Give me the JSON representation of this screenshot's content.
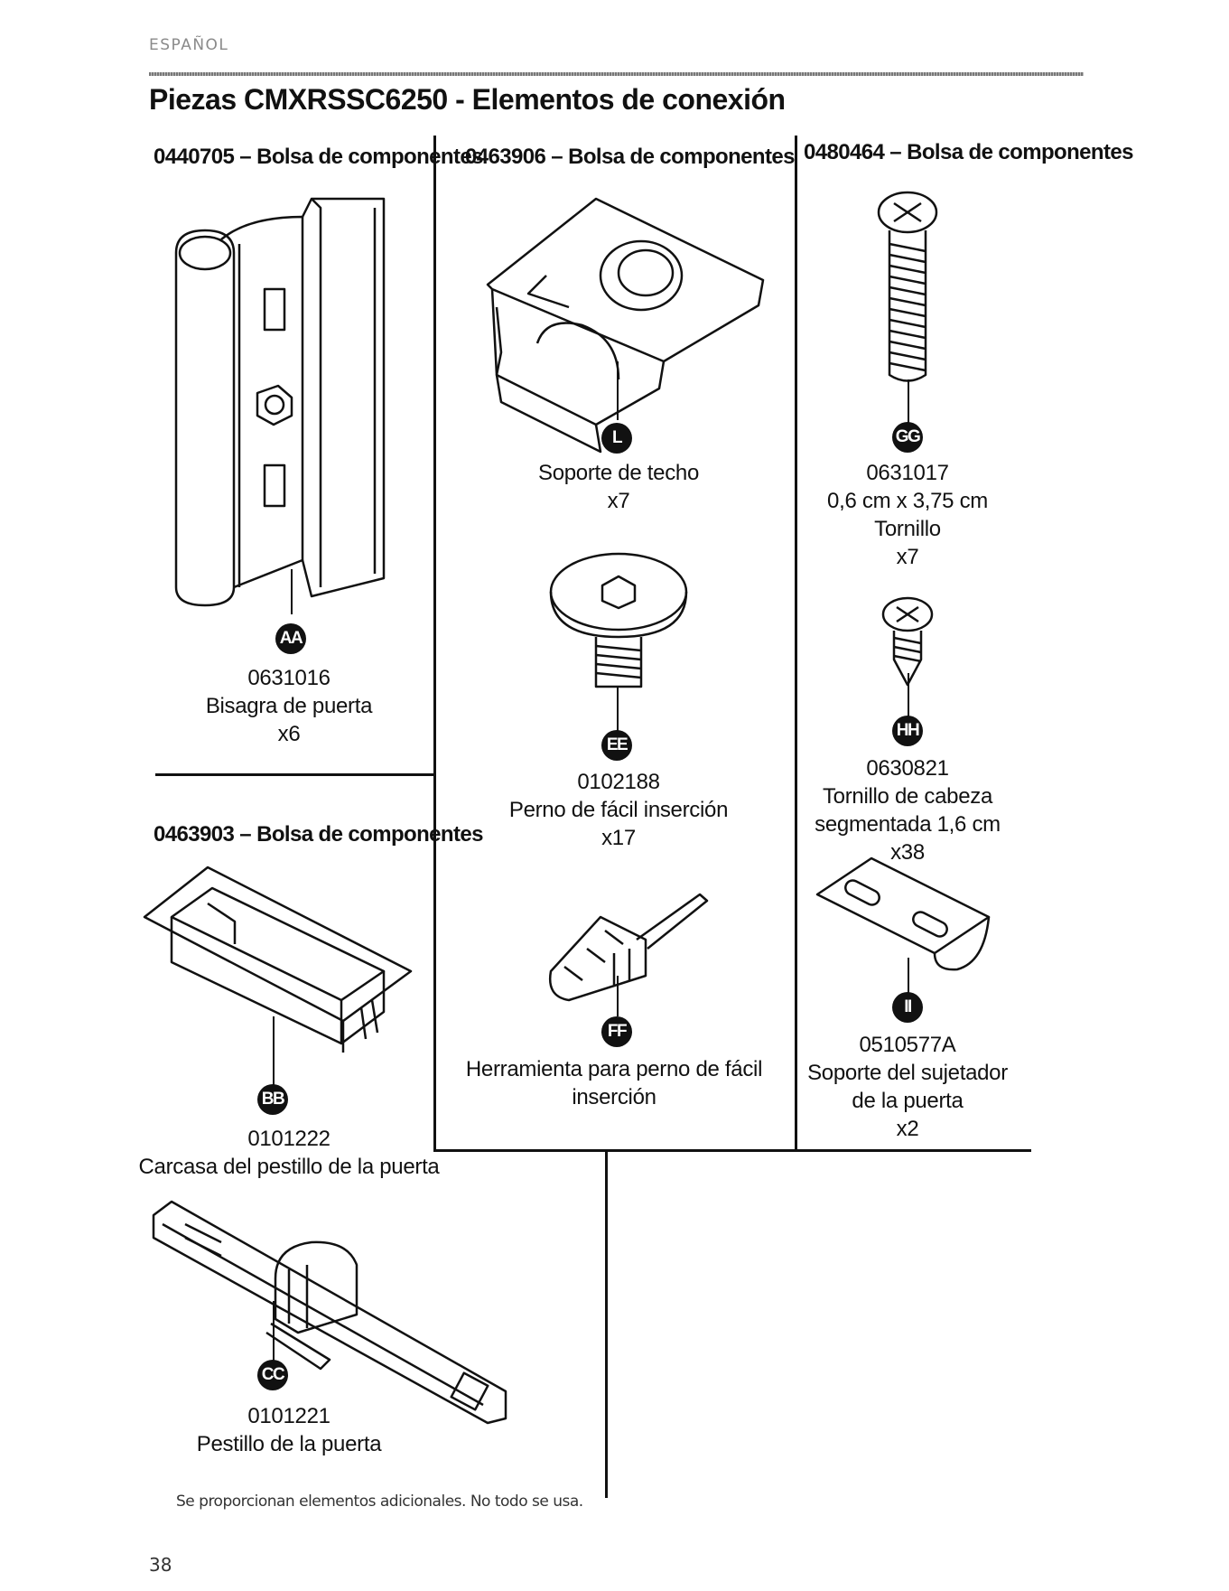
{
  "page": {
    "language": "ESPAÑOL",
    "title": "Piezas CMXRSSC6250 - Elementos de conexión",
    "note": "Se proporcionan elementos adicionales. No todo se usa.",
    "page_number": "38"
  },
  "groups": [
    {
      "header": "0440705 – Bolsa de componentes"
    },
    {
      "header": "0463906 – Bolsa de componentes"
    },
    {
      "header": "0480464 – Bolsa de componentes"
    },
    {
      "header": "0463903 – Bolsa de componentes"
    }
  ],
  "parts": {
    "AA": {
      "code": "AA",
      "number": "0631016",
      "name": "Bisagra de puerta",
      "qty": "x6"
    },
    "BB": {
      "code": "BB",
      "number": "0101222",
      "name": "Carcasa del pestillo de la puerta"
    },
    "CC": {
      "code": "CC",
      "number": "0101221",
      "name": "Pestillo de la puerta"
    },
    "L": {
      "code": "L",
      "name": "Soporte de techo",
      "qty": "x7"
    },
    "EE": {
      "code": "EE",
      "number": "0102188",
      "name": "Perno de fácil inserción",
      "qty": "x17"
    },
    "FF": {
      "code": "FF",
      "name": "Herramienta para perno de fácil inserción"
    },
    "GG": {
      "code": "GG",
      "number": "0631017",
      "size": "0,6 cm x 3,75 cm",
      "name": "Tornillo",
      "qty": "x7"
    },
    "HH": {
      "code": "HH",
      "number": "0630821",
      "name_line1": "Tornillo de cabeza",
      "name_line2": "segmentada 1,6 cm",
      "qty": "x38"
    },
    "II": {
      "code": "II",
      "number": "0510577A",
      "name_line1": "Soporte del sujetador",
      "name_line2": "de la puerta",
      "qty": "x2"
    }
  }
}
